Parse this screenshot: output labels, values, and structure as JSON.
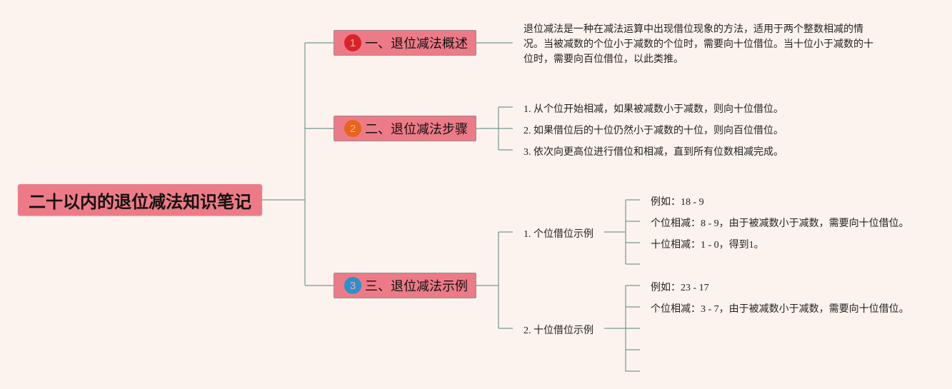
{
  "root": {
    "title": "二十以内的退位减法知识笔记"
  },
  "topics": [
    {
      "number": "1",
      "badge_color": "#d9232a",
      "label": "一、退位减法概述"
    },
    {
      "number": "2",
      "badge_color": "#e8641d",
      "label": "二、退位减法步骤"
    },
    {
      "number": "3",
      "badge_color": "#2e8fd0",
      "label": "三、退位减法示例"
    }
  ],
  "overview": {
    "text": "退位减法是一种在减法运算中出现借位现象的方法，适用于两个整数相减的情况。当被减数的个位小于减数的个位时，需要向十位借位。当十位小于减数的十位时，需要向百位借位，以此类推。"
  },
  "steps": [
    "1. 从个位开始相减，如果被减数小于减数，则向十位借位。",
    "2. 如果借位后的十位仍然小于减数的十位，则向百位借位。",
    "3. 依次向更高位进行借位和相减，直到所有位数相减完成。"
  ],
  "examples": [
    {
      "label": "1. 个位借位示例",
      "items": [
        "例如：18 - 9",
        "个位相减：8 - 9，由于被减数小于减数，需要向十位借位。",
        "十位相减：1 - 0，得到1。",
        ""
      ]
    },
    {
      "label": "2. 十位借位示例",
      "items": [
        "例如：23 - 17",
        "个位相减：3 - 7，由于被减数小于减数，需要向十位借位。",
        "",
        "",
        ""
      ]
    }
  ],
  "colors": {
    "background": "#fdf3ee",
    "node_fill": "#ed7b87",
    "connector": "#6f9a90"
  }
}
